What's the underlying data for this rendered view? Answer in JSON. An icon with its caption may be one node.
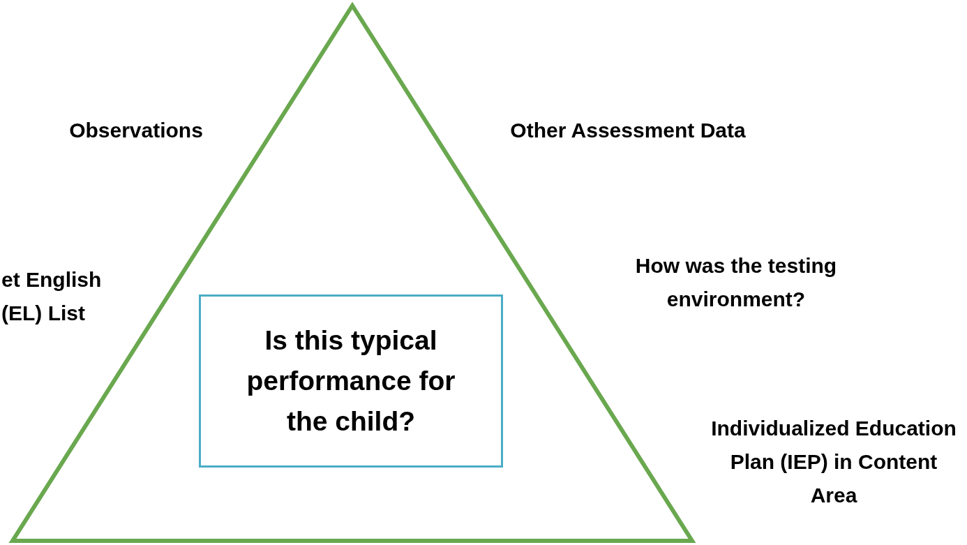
{
  "diagram": {
    "nodes": [
      {
        "text": [],
        "shape": "triangle"
      },
      {
        "text": [
          "Is this typical performance for the child?"
        ],
        "in": 0
      }
    ],
    "labels": [
      "Observations",
      "Other Assessment Data",
      "et English (EL) List",
      "How was the testing environment?",
      "Individualized Education Plan (IEP) in Content Area"
    ]
  }
}
